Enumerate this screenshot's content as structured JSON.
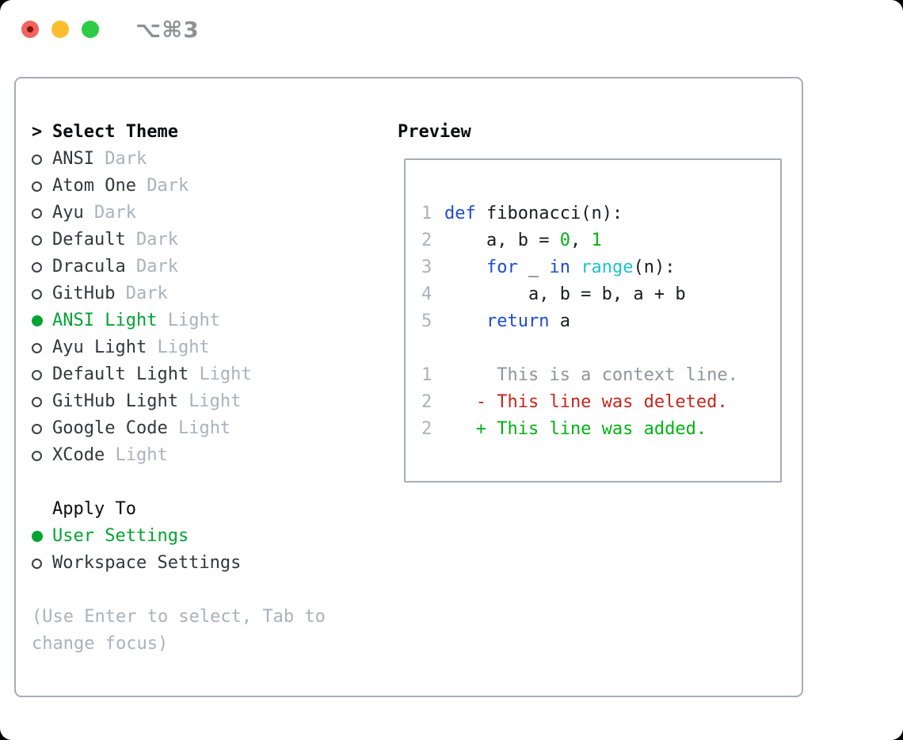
{
  "titlebar": {
    "shortcut": "⌥⌘3"
  },
  "colors": {
    "window_bg": "#ffffff",
    "border": "#a6adb5",
    "traffic_red": "#f4635b",
    "traffic_red_dot": "#7c1410",
    "traffic_yellow": "#fcbd2f",
    "traffic_green": "#2fcb45",
    "shortcut_gray": "#8e9093",
    "heading": "#0b0c0d",
    "text": "#33373c",
    "code_text": "#1a1c1e",
    "muted": "#a9b2bc",
    "context": "#8d959d",
    "radio": "#3c4043",
    "ui_green": "#00a432",
    "blue": "#1b4bd6",
    "cyan": "#1fc3cf",
    "green": "#00b312",
    "red": "#c4261c"
  },
  "theme_panel": {
    "chevron": ">",
    "title": "Select Theme",
    "items": [
      {
        "name": "ANSI",
        "tag": "Dark",
        "selected": false
      },
      {
        "name": "Atom One",
        "tag": "Dark",
        "selected": false
      },
      {
        "name": "Ayu",
        "tag": "Dark",
        "selected": false
      },
      {
        "name": "Default",
        "tag": "Dark",
        "selected": false
      },
      {
        "name": "Dracula",
        "tag": "Dark",
        "selected": false
      },
      {
        "name": "GitHub",
        "tag": "Dark",
        "selected": false
      },
      {
        "name": "ANSI Light",
        "tag": "Light",
        "selected": true
      },
      {
        "name": "Ayu Light",
        "tag": "Light",
        "selected": false
      },
      {
        "name": "Default Light",
        "tag": "Light",
        "selected": false
      },
      {
        "name": "GitHub Light",
        "tag": "Light",
        "selected": false
      },
      {
        "name": "Google Code",
        "tag": "Light",
        "selected": false
      },
      {
        "name": "XCode",
        "tag": "Light",
        "selected": false
      }
    ]
  },
  "apply_to": {
    "title": "Apply To",
    "options": [
      {
        "label": "User Settings",
        "selected": true
      },
      {
        "label": "Workspace Settings",
        "selected": false
      }
    ]
  },
  "help": {
    "line1": "(Use Enter to select, Tab to",
    "line2": "change focus)"
  },
  "preview": {
    "title": "Preview",
    "code_lines": [
      {
        "num": "1",
        "segments": [
          {
            "t": "def",
            "c": "blue"
          },
          {
            "t": " fibonacci(n):",
            "c": "code_text"
          }
        ]
      },
      {
        "num": "2",
        "segments": [
          {
            "t": "    a, b = ",
            "c": "code_text"
          },
          {
            "t": "0",
            "c": "green"
          },
          {
            "t": ", ",
            "c": "code_text"
          },
          {
            "t": "1",
            "c": "green"
          }
        ]
      },
      {
        "num": "3",
        "segments": [
          {
            "t": "    ",
            "c": "code_text"
          },
          {
            "t": "for",
            "c": "blue"
          },
          {
            "t": " _ ",
            "c": "code_text"
          },
          {
            "t": "in",
            "c": "blue"
          },
          {
            "t": " ",
            "c": "code_text"
          },
          {
            "t": "range",
            "c": "cyan"
          },
          {
            "t": "(n):",
            "c": "code_text"
          }
        ]
      },
      {
        "num": "4",
        "segments": [
          {
            "t": "        a, b = b, a + b",
            "c": "code_text"
          }
        ]
      },
      {
        "num": "5",
        "segments": [
          {
            "t": "    ",
            "c": "code_text"
          },
          {
            "t": "return",
            "c": "blue"
          },
          {
            "t": " a",
            "c": "code_text"
          }
        ]
      },
      {
        "num": "",
        "segments": []
      },
      {
        "num": "1",
        "segments": [
          {
            "t": "     This is a context line.",
            "c": "context"
          }
        ]
      },
      {
        "num": "2",
        "segments": [
          {
            "t": "   - This line was deleted.",
            "c": "red"
          }
        ]
      },
      {
        "num": "2",
        "segments": [
          {
            "t": "   + This line was added.",
            "c": "green"
          }
        ]
      }
    ]
  }
}
